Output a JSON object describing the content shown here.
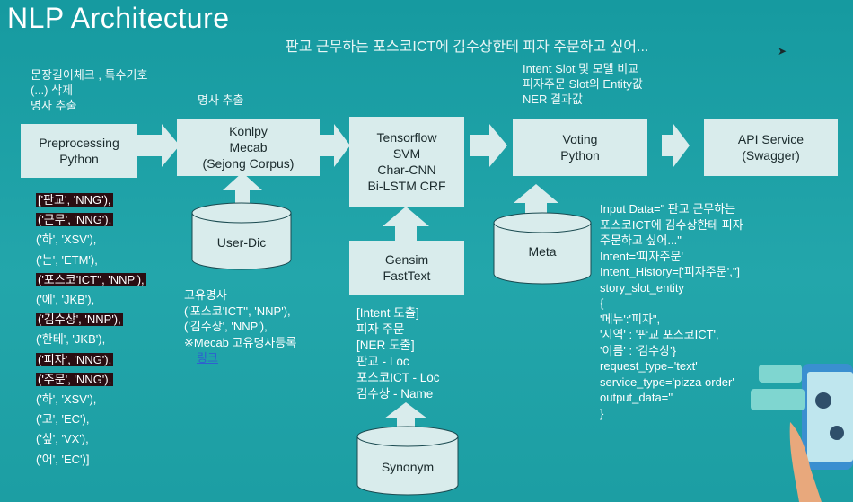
{
  "title": "NLP Architecture",
  "subtitle": "판교 근무하는 포스코ICT에 김수상한테 피자 주문하고 싶어...",
  "notes": {
    "preprocess_lines": [
      "문장길이체크 , 특수기호",
      "(...) 삭제",
      "명사 추출"
    ],
    "noun_extract": "명사 추출",
    "intent_lines": [
      "Intent Slot 및 모델 비교",
      "피자주문 Slot의 Entity값",
      "NER 결과값"
    ]
  },
  "boxes": {
    "preprocessing": [
      "Preprocessing",
      "Python"
    ],
    "konlpy": [
      "Konlpy",
      "Mecab",
      "(Sejong Corpus)"
    ],
    "tensorflow": [
      "Tensorflow",
      "SVM",
      "Char-CNN",
      "Bi-LSTM CRF"
    ],
    "voting": [
      "Voting",
      "Python"
    ],
    "api": [
      "API Service",
      "(Swagger)"
    ],
    "gensim": [
      "Gensim",
      "FastText"
    ]
  },
  "cylinders": {
    "userdic": "User-Dic",
    "meta": "Meta",
    "synonym": "Synonym"
  },
  "tokens": [
    {
      "text": "['판교', 'NNG'),",
      "hl": true
    },
    {
      "text": "('근무', 'NNG'),",
      "hl": true
    },
    {
      "text": "('하', 'XSV'),",
      "hl": false
    },
    {
      "text": "('는', 'ETM'),",
      "hl": false
    },
    {
      "text": "('포스코'ICT'', 'NNP'),",
      "hl": true
    },
    {
      "text": "('에', 'JKB'),",
      "hl": false
    },
    {
      "text": "('김수상', 'NNP'),",
      "hl": true
    },
    {
      "text": "('한테', 'JKB'),",
      "hl": false
    },
    {
      "text": "('피자', 'NNG'),",
      "hl": true
    },
    {
      "text": "('주문', 'NNG'),",
      "hl": true
    },
    {
      "text": "('하', 'XSV'),",
      "hl": false
    },
    {
      "text": "('고', 'EC'),",
      "hl": false
    },
    {
      "text": "('싶', 'VX'),",
      "hl": false
    },
    {
      "text": "('어', 'EC')]",
      "hl": false
    }
  ],
  "proper_noun": {
    "lines": [
      "고유명사",
      "('포스코'ICT'', 'NNP'),",
      "('김수상', 'NNP'),",
      "※Mecab 고유명사등록"
    ],
    "link": "링크"
  },
  "ner_lines": [
    "[Intent 도출]",
    "피자 주문",
    "[NER 도출]",
    "판교 - Loc",
    "포스코ICT - Loc",
    "김수상 - Name"
  ],
  "info_lines": [
    "Input Data=\" 판교 근무하는",
    "포스코ICT에 김수상한테 피자",
    "주문하고 싶어...\"",
    "Intent='피자주문'",
    "Intent_History=['피자주문',\"]",
    "story_slot_entity",
    "{",
    "'메뉴':'피자\",",
    "'지역' : '판교 포스코ICT',",
    "'이름' : '김수상'}",
    "request_type='text'",
    "service_type='pizza order'",
    "output_data=''",
    "}"
  ]
}
